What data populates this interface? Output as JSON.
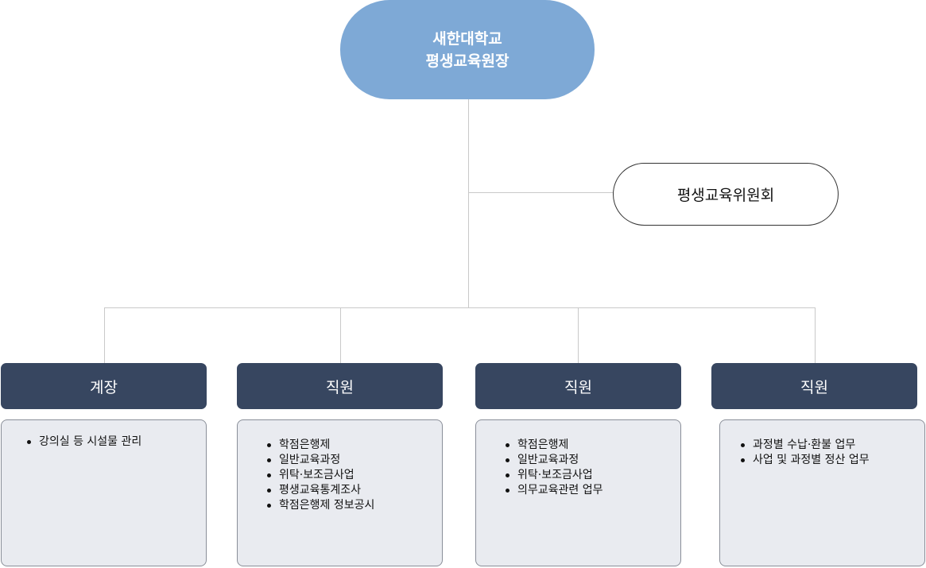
{
  "top_node": {
    "line1": "새한대학교",
    "line2": "평생교육원장"
  },
  "committee": {
    "label": "평생교육위원회"
  },
  "positions": [
    {
      "title": "계장",
      "duties": [
        "강의실 등 시설물 관리"
      ]
    },
    {
      "title": "직원",
      "duties": [
        "학점은행제",
        "일반교육과정",
        "위탁·보조금사업",
        "평생교육통계조사",
        "학점은행제 정보공시"
      ]
    },
    {
      "title": "직원",
      "duties": [
        "학점은행제",
        "일반교육과정",
        "위탁·보조금사업",
        "의무교육관련 업무"
      ]
    },
    {
      "title": "직원",
      "duties": [
        "과정별 수납·환불 업무",
        "사업 및 과정별 정산 업무"
      ]
    }
  ]
}
